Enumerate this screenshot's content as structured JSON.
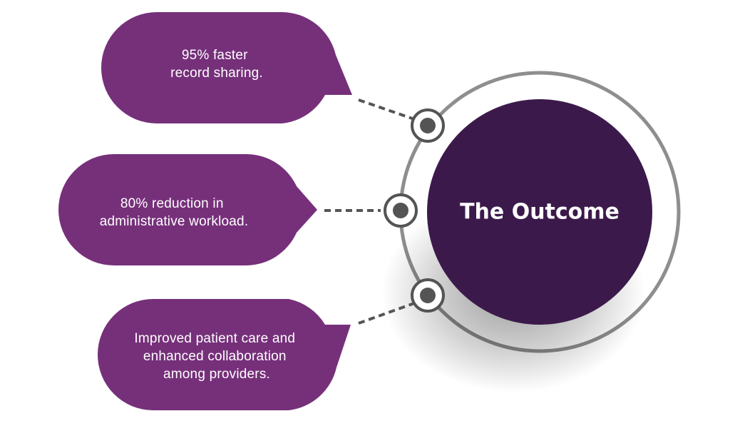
{
  "center": {
    "title": "The Outcome"
  },
  "outcomes": [
    {
      "lines": [
        "95% faster",
        "record sharing."
      ]
    },
    {
      "lines": [
        "80% reduction in",
        "administrative workload."
      ]
    },
    {
      "lines": [
        "Improved patient care and",
        "enhanced collaboration",
        "among providers."
      ]
    }
  ],
  "colors": {
    "bubble": "#76307a",
    "center_circle": "#3b1a4b",
    "ring": "#8e8e8e",
    "connector": "#555555",
    "node_dot": "#545454"
  }
}
